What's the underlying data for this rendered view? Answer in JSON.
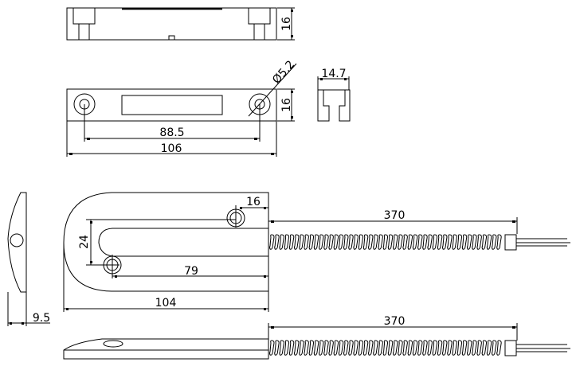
{
  "drawing": {
    "top_view": {
      "height_dim": "16"
    },
    "front_view": {
      "height_dim": "16",
      "hole_diameter": "Ø5.2",
      "hole_spacing": "88.5",
      "overall_length": "106"
    },
    "end_view": {
      "width_dim": "14.7"
    },
    "side_profile": {
      "thickness_dim": "9.5"
    },
    "plan_view": {
      "hole_offset": "16",
      "hole_vertical_spacing": "24",
      "hole_horizontal_spacing": "79",
      "overall_length": "104",
      "cable_length": "370"
    },
    "bottom_view": {
      "cable_length": "370"
    }
  }
}
